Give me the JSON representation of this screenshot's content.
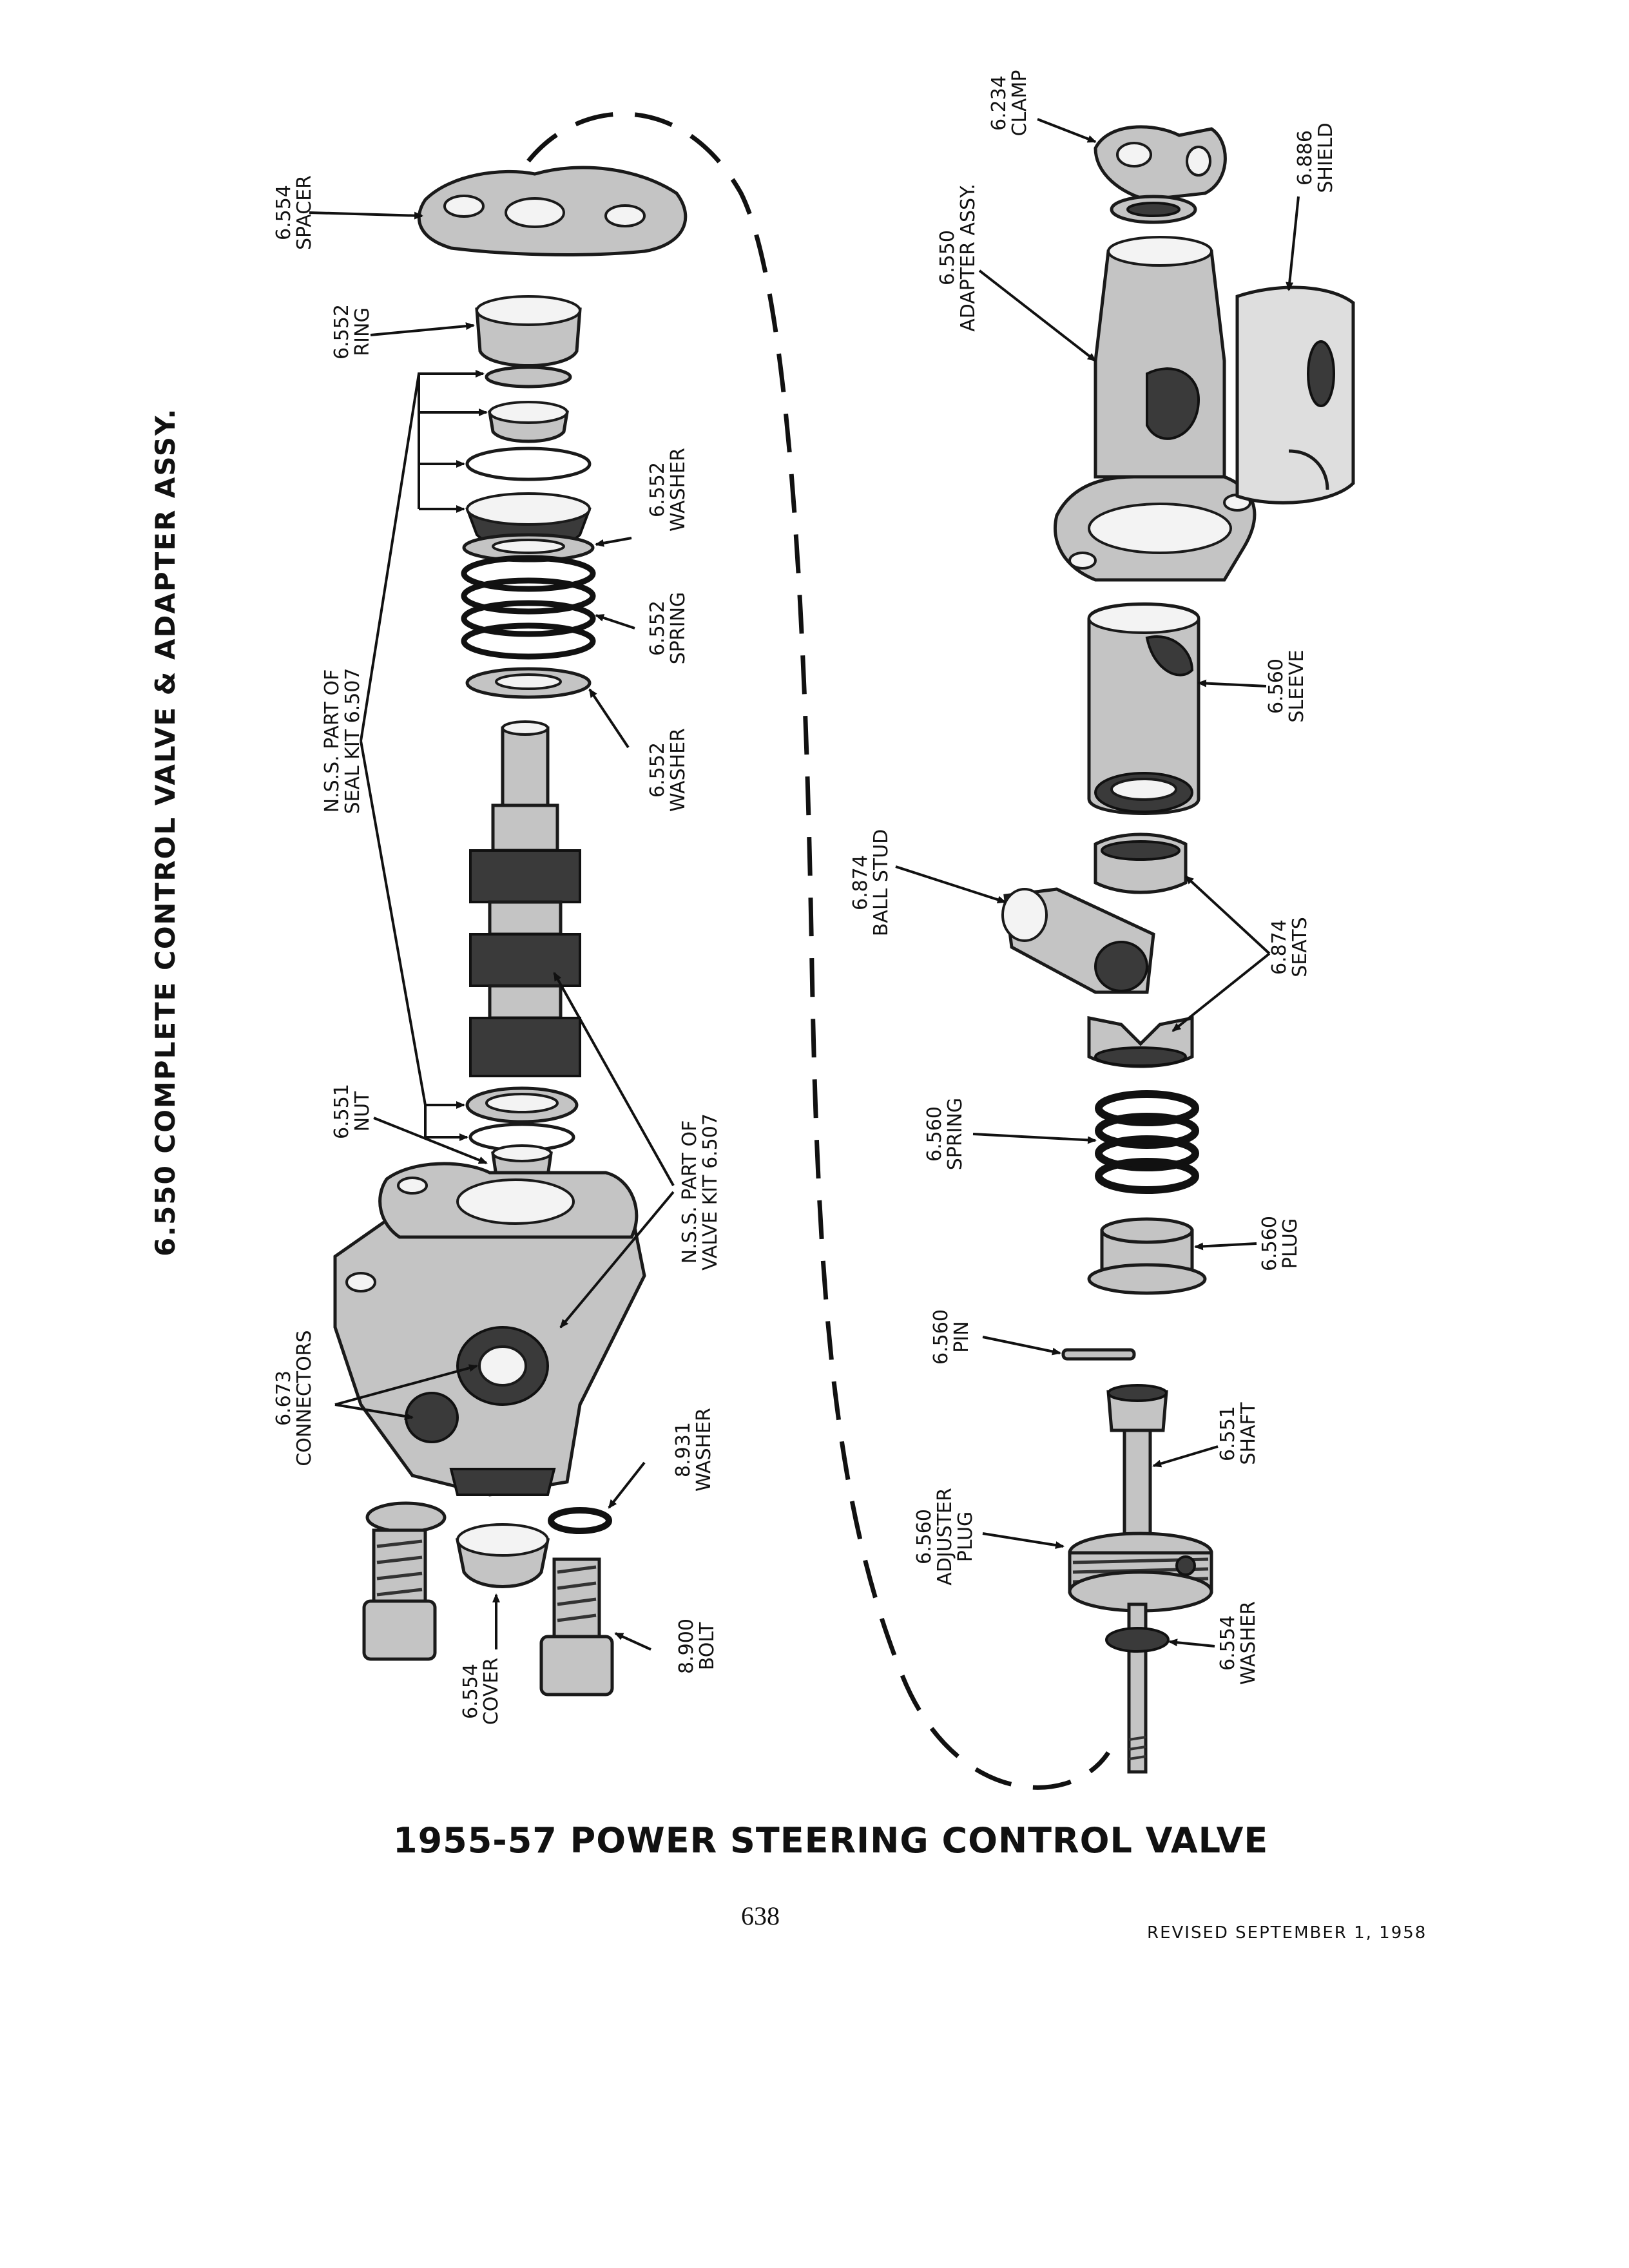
{
  "side_title": "6.550 COMPLETE CONTROL VALVE & ADAPTER ASSY.",
  "main_title": "1955-57 POWER STEERING CONTROL VALVE",
  "page_number": "638",
  "revised": "REVISED SEPTEMBER 1, 1958",
  "labels": {
    "spacer": [
      "6.554",
      "SPACER"
    ],
    "ring": [
      "6.552",
      "RING"
    ],
    "washer_top": [
      "6.552",
      "WASHER"
    ],
    "spring_552": [
      "6.552",
      "SPRING"
    ],
    "washer_mid": [
      "6.552",
      "WASHER"
    ],
    "seal_kit": [
      "N.S.S. PART OF",
      "SEAL KIT 6.507"
    ],
    "nut": [
      "6.551",
      "NUT"
    ],
    "valve_kit": [
      "N.S.S. PART OF",
      "VALVE KIT 6.507"
    ],
    "connectors": [
      "6.673",
      "CONNECTORS"
    ],
    "washer_931": [
      "8.931",
      "WASHER"
    ],
    "cover": [
      "6.554",
      "COVER"
    ],
    "bolt": [
      "8.900",
      "BOLT"
    ],
    "clamp": [
      "6.234",
      "CLAMP"
    ],
    "shield": [
      "6.886",
      "SHIELD"
    ],
    "adapter": [
      "6.550",
      "ADAPTER ASSY."
    ],
    "sleeve": [
      "6.560",
      "SLEEVE"
    ],
    "ball_stud": [
      "6.874",
      "BALL STUD"
    ],
    "seats": [
      "6.874",
      "SEATS"
    ],
    "spring_560": [
      "6.560",
      "SPRING"
    ],
    "plug": [
      "6.560",
      "PLUG"
    ],
    "pin": [
      "6.560",
      "PIN"
    ],
    "shaft": [
      "6.551",
      "SHAFT"
    ],
    "adjuster": [
      "6.560",
      "ADJUSTER",
      "PLUG"
    ],
    "washer_554": [
      "6.554",
      "WASHER"
    ]
  }
}
